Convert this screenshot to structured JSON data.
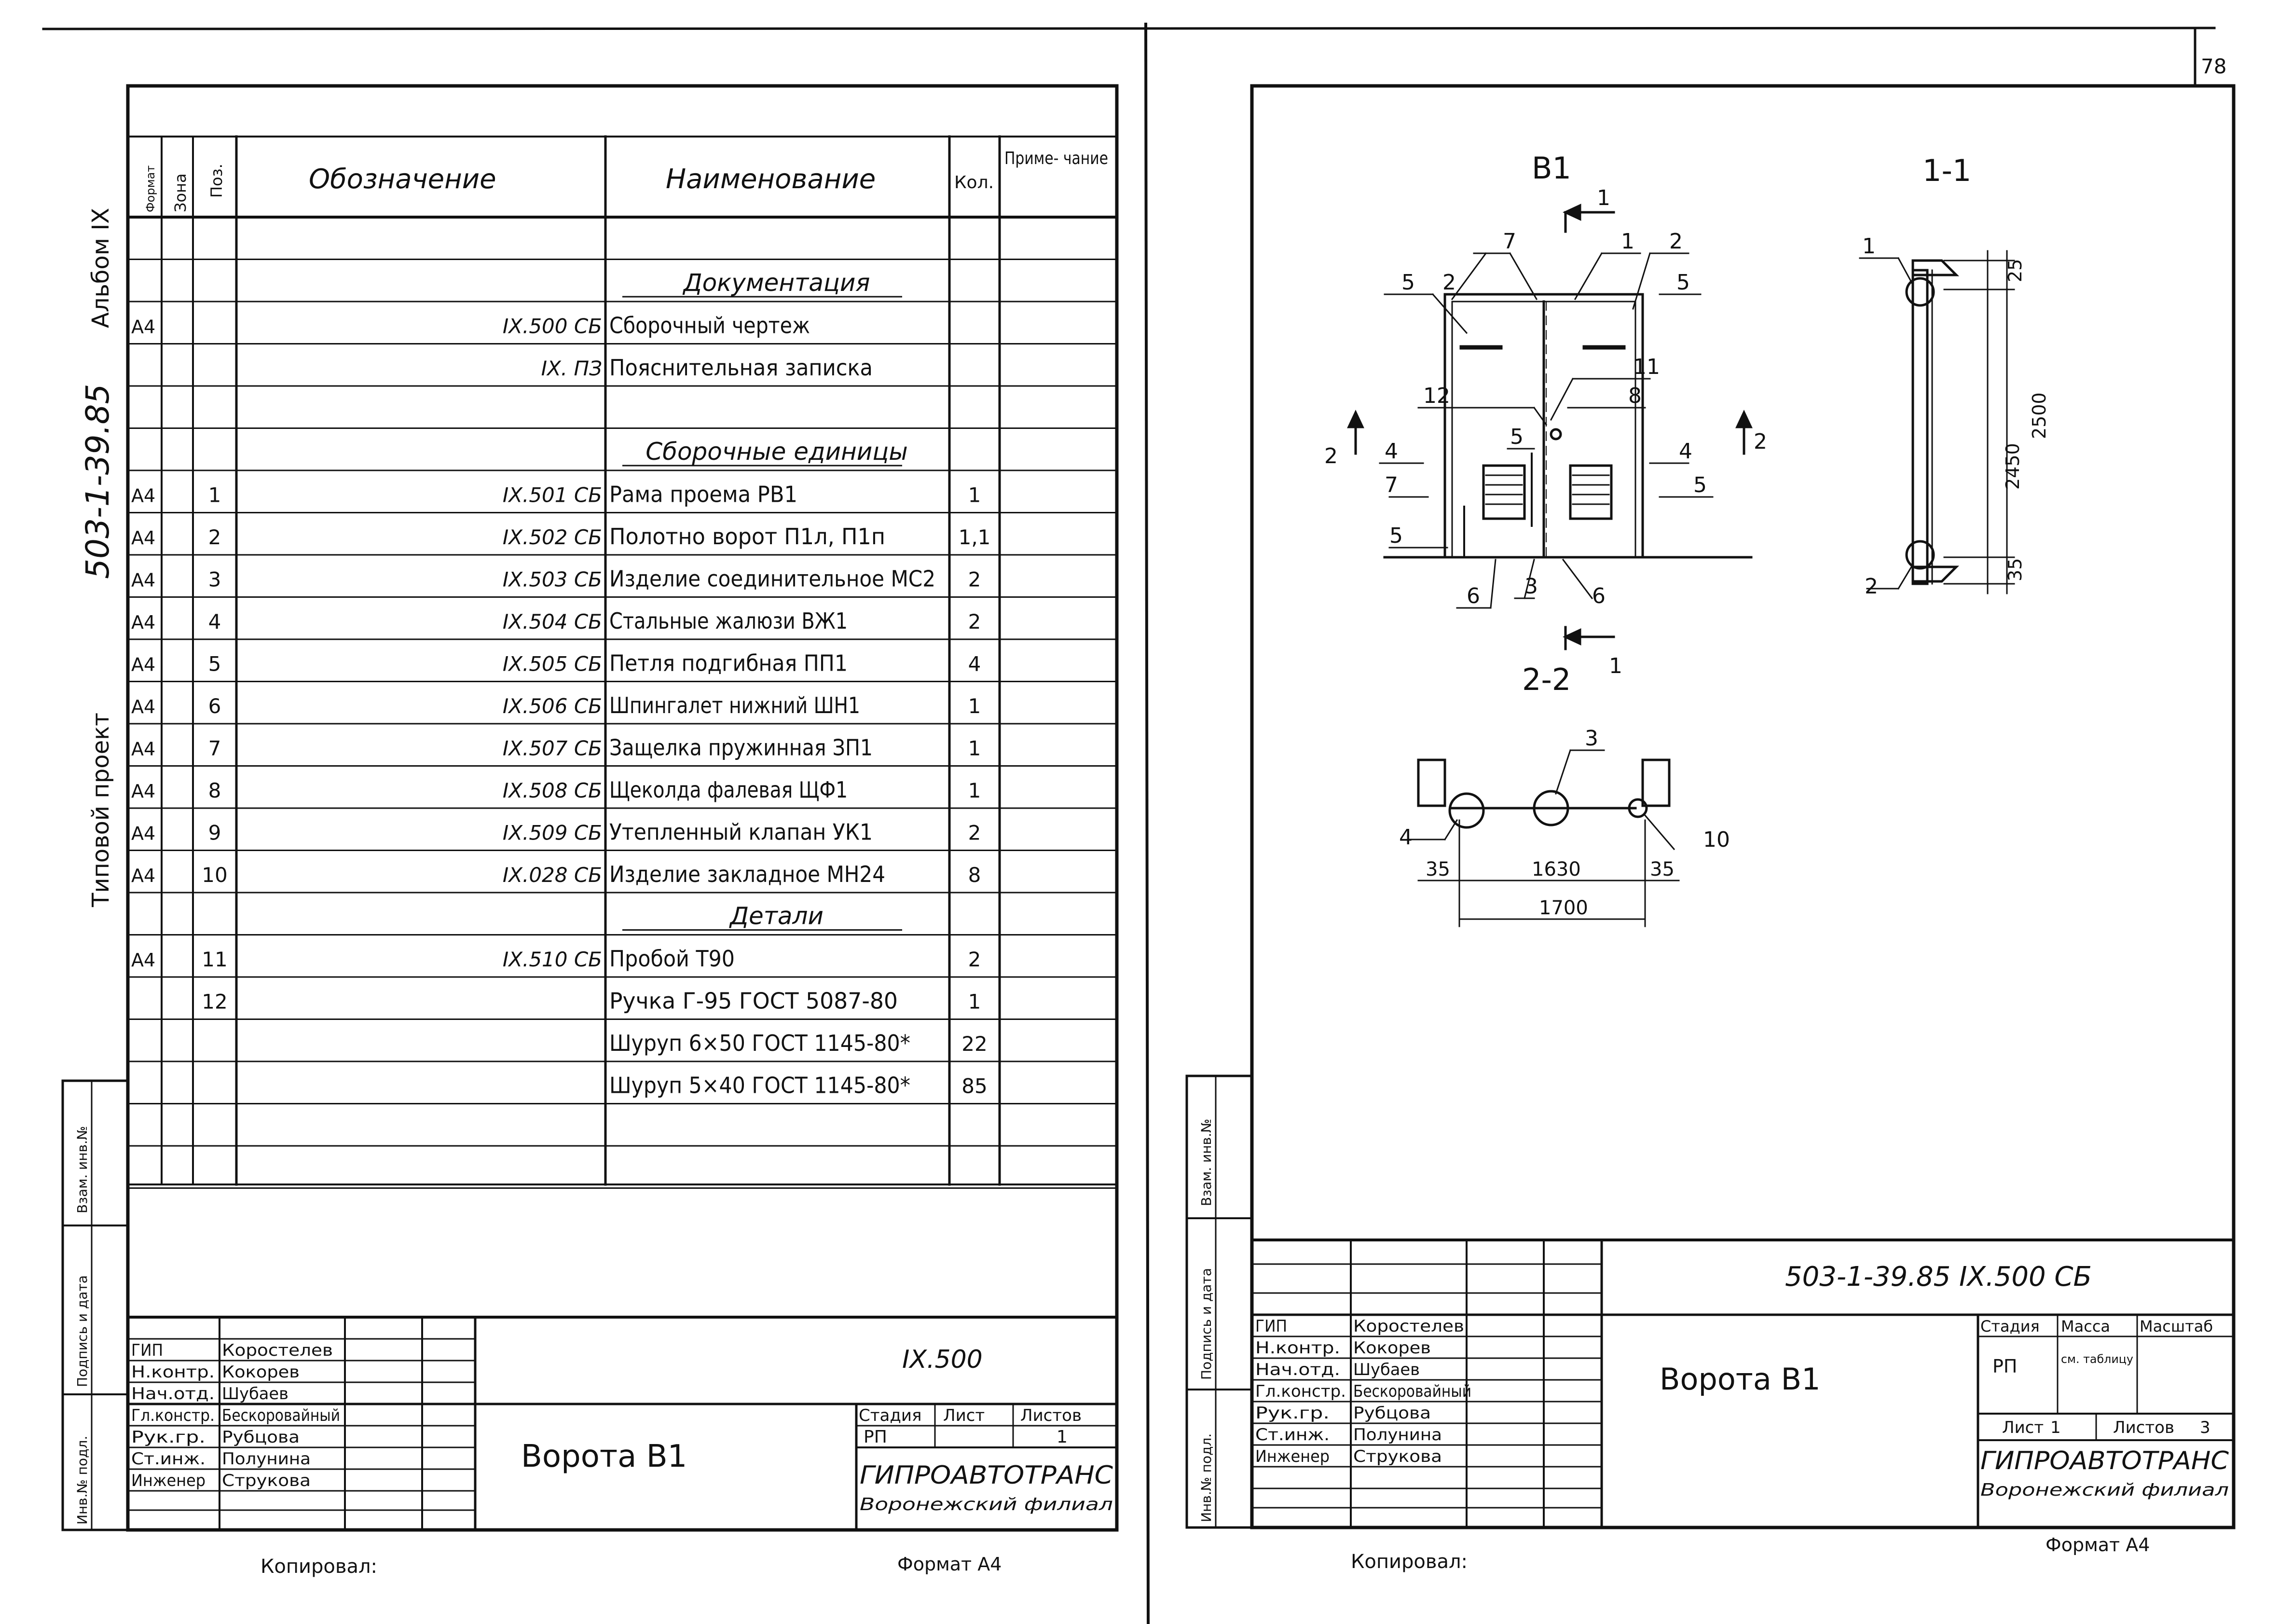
{
  "page_number": "78",
  "left_sheet": {
    "side_stamp": {
      "album": "Альбом IX",
      "project_code": "503-1-39.85",
      "project_type": "Типовой проект"
    },
    "side_columns": [
      "Инв.№ подл.",
      "Подпись и дата",
      "Взам. инв.№"
    ],
    "spec_headers": {
      "format": "Формат",
      "zone": "Зона",
      "pos": "Поз.",
      "designation": "Обозначение",
      "name": "Наименование",
      "qty": "Кол.",
      "note": "Приме- чание"
    },
    "rows": [
      {
        "format": "",
        "pos": "",
        "designation": "",
        "name": "",
        "qty": ""
      },
      {
        "format": "",
        "pos": "",
        "designation": "",
        "name": "Документация",
        "qty": "",
        "section": true
      },
      {
        "format": "А4",
        "pos": "",
        "designation": "IX.500 СБ",
        "name": "Сборочный чертеж",
        "qty": ""
      },
      {
        "format": "",
        "pos": "",
        "designation": "IX. ПЗ",
        "name": "Пояснительная записка",
        "qty": ""
      },
      {
        "format": "",
        "pos": "",
        "designation": "",
        "name": "",
        "qty": ""
      },
      {
        "format": "",
        "pos": "",
        "designation": "",
        "name": "Сборочные единицы",
        "qty": "",
        "section": true
      },
      {
        "format": "А4",
        "pos": "1",
        "designation": "IX.501 СБ",
        "name": "Рама проема РВ1",
        "qty": "1"
      },
      {
        "format": "А4",
        "pos": "2",
        "designation": "IX.502 СБ",
        "name": "Полотно ворот П1л, П1п",
        "qty": "1,1"
      },
      {
        "format": "А4",
        "pos": "3",
        "designation": "IX.503 СБ",
        "name": "Изделие соединительное МС2",
        "qty": "2"
      },
      {
        "format": "А4",
        "pos": "4",
        "designation": "IX.504 СБ",
        "name": "Стальные жалюзи ВЖ1",
        "qty": "2"
      },
      {
        "format": "А4",
        "pos": "5",
        "designation": "IX.505 СБ",
        "name": "Петля подгибная ПП1",
        "qty": "4"
      },
      {
        "format": "А4",
        "pos": "6",
        "designation": "IX.506 СБ",
        "name": "Шпингалет нижний ШН1",
        "qty": "1"
      },
      {
        "format": "А4",
        "pos": "7",
        "designation": "IX.507 СБ",
        "name": "Защелка пружинная ЗП1",
        "qty": "1"
      },
      {
        "format": "А4",
        "pos": "8",
        "designation": "IX.508 СБ",
        "name": "Щеколда фалевая ЩФ1",
        "qty": "1"
      },
      {
        "format": "А4",
        "pos": "9",
        "designation": "IX.509 СБ",
        "name": "Утепленный клапан УК1",
        "qty": "2"
      },
      {
        "format": "А4",
        "pos": "10",
        "designation": "IX.028 СБ",
        "name": "Изделие закладное МН24",
        "qty": "8"
      },
      {
        "format": "",
        "pos": "",
        "designation": "",
        "name": "Детали",
        "qty": "",
        "section": true
      },
      {
        "format": "А4",
        "pos": "11",
        "designation": "IX.510 СБ",
        "name": "Пробой Т90",
        "qty": "2"
      },
      {
        "format": "",
        "pos": "12",
        "designation": "",
        "name": "Ручка Г-95 ГОСТ 5087-80",
        "qty": "1"
      },
      {
        "format": "",
        "pos": "",
        "designation": "",
        "name": "Шуруп 6×50 ГОСТ 1145-80*",
        "qty": "22"
      },
      {
        "format": "",
        "pos": "",
        "designation": "",
        "name": "Шуруп 5×40 ГОСТ 1145-80*",
        "qty": "85"
      },
      {
        "format": "",
        "pos": "",
        "designation": "",
        "name": "",
        "qty": ""
      },
      {
        "format": "",
        "pos": "",
        "designation": "",
        "name": "",
        "qty": ""
      }
    ],
    "title_block": {
      "code": "IX.500",
      "title": "Ворота В1",
      "stage_label": "Стадия",
      "stage": "РП",
      "sheet_label": "Лист",
      "sheet": "",
      "sheets_label": "Листов",
      "sheets": "1",
      "org": "ГИПРОАВТОТРАНС",
      "branch": "Воронежский филиал",
      "people": [
        {
          "role": "ГИП",
          "name": "Коростелев"
        },
        {
          "role": "Н.контр.",
          "name": "Кокорев"
        },
        {
          "role": "Нач.отд.",
          "name": "Шубаев"
        },
        {
          "role": "Гл.констр.",
          "name": "Бескоровайный"
        },
        {
          "role": "Рук.гр.",
          "name": "Рубцова"
        },
        {
          "role": "Ст.инж.",
          "name": "Полунина"
        },
        {
          "role": "Инженер",
          "name": "Стрyкова"
        }
      ]
    },
    "copied_label": "Копировал:",
    "format_label": "Формат А4"
  },
  "right_sheet": {
    "side_columns": [
      "Инв.№ подл.",
      "Подпись и дата",
      "Взам. инв.№"
    ],
    "drawing": {
      "view_title": "В1",
      "section_1_title": "1-1",
      "section_2_title": "2-2",
      "section_mark": "1",
      "section_mark_2": "2",
      "callouts_main": [
        "2",
        "7",
        "1",
        "2",
        "5",
        "5",
        "11",
        "12",
        "8",
        "5",
        "4",
        "4",
        "7",
        "5",
        "5",
        "6",
        "3",
        "6"
      ],
      "dims_section_1": [
        "25",
        "2450",
        "2500",
        "35"
      ],
      "callouts_section_1": [
        "1",
        "2"
      ],
      "dims_section_2": [
        "35",
        "1630",
        "35",
        "1700"
      ],
      "callouts_section_2": [
        "3",
        "4",
        "10"
      ]
    },
    "title_block": {
      "code": "503-1-39.85  IX.500 СБ",
      "title": "Ворота В1",
      "stage_label": "Стадия",
      "stage": "РП",
      "mass_label": "Масса",
      "mass": "см. таблицу",
      "scale_label": "Масштаб",
      "sheet_label": "Лист",
      "sheet": "1",
      "sheets_label": "Листов",
      "sheets": "3",
      "org": "ГИПРОАВТОТРАНС",
      "branch": "Воронежский филиал",
      "people": [
        {
          "role": "ГИП",
          "name": "Коростелев"
        },
        {
          "role": "Н.контр.",
          "name": "Кокорев"
        },
        {
          "role": "Нач.отд.",
          "name": "Шубаев"
        },
        {
          "role": "Гл.констр.",
          "name": "Бескоровайный"
        },
        {
          "role": "Рук.гр.",
          "name": "Рубцова"
        },
        {
          "role": "Ст.инж.",
          "name": "Полунина"
        },
        {
          "role": "Инженер",
          "name": "Стрyкова"
        }
      ]
    },
    "copied_label": "Копировал:",
    "format_label": "Формат А4"
  }
}
